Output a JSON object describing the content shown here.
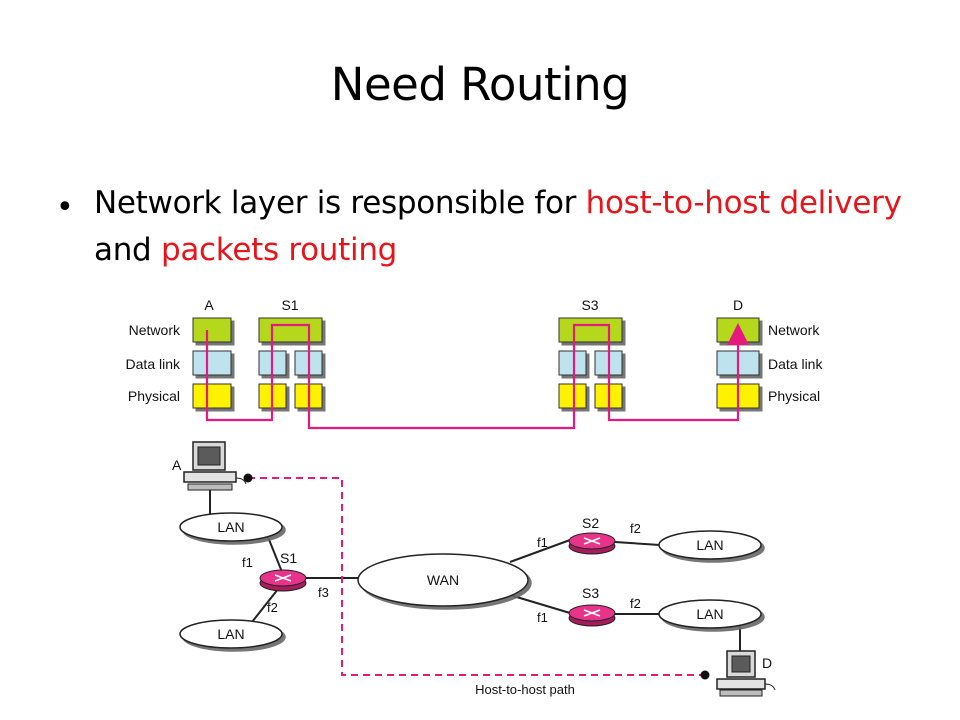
{
  "slide": {
    "title": "Need Routing",
    "bullet": {
      "part1": "Network layer is responsible for ",
      "highlight1": "host-to-host delivery",
      "part2": " and ",
      "highlight2": "packets routing"
    }
  },
  "layer_diagram": {
    "nodes": {
      "a": "A",
      "s1": "S1",
      "s3": "S3",
      "d": "D"
    },
    "layers_left": [
      "Network",
      "Data link",
      "Physical"
    ],
    "layers_right": [
      "Network",
      "Data link",
      "Physical"
    ]
  },
  "topology": {
    "host_a": "A",
    "host_d": "D",
    "lan_top": "LAN",
    "lan_bottom": "LAN",
    "lan_s2": "LAN",
    "lan_s3": "LAN",
    "wan": "WAN",
    "s1": "S1",
    "s2": "S2",
    "s3": "S3",
    "s1_f1": "f1",
    "s1_f2": "f2",
    "s1_f3": "f3",
    "s2_f1": "f1",
    "s2_f2": "f2",
    "s3_f1": "f1",
    "s3_f2": "f2",
    "path_label": "Host-to-host path"
  },
  "colors": {
    "network_layer": "#b5d81c",
    "datalink_layer": "#bfe3ee",
    "physical_layer": "#fff200",
    "path": "#e6197f",
    "router": "#e8338a",
    "highlight_text": "#e8141b"
  }
}
